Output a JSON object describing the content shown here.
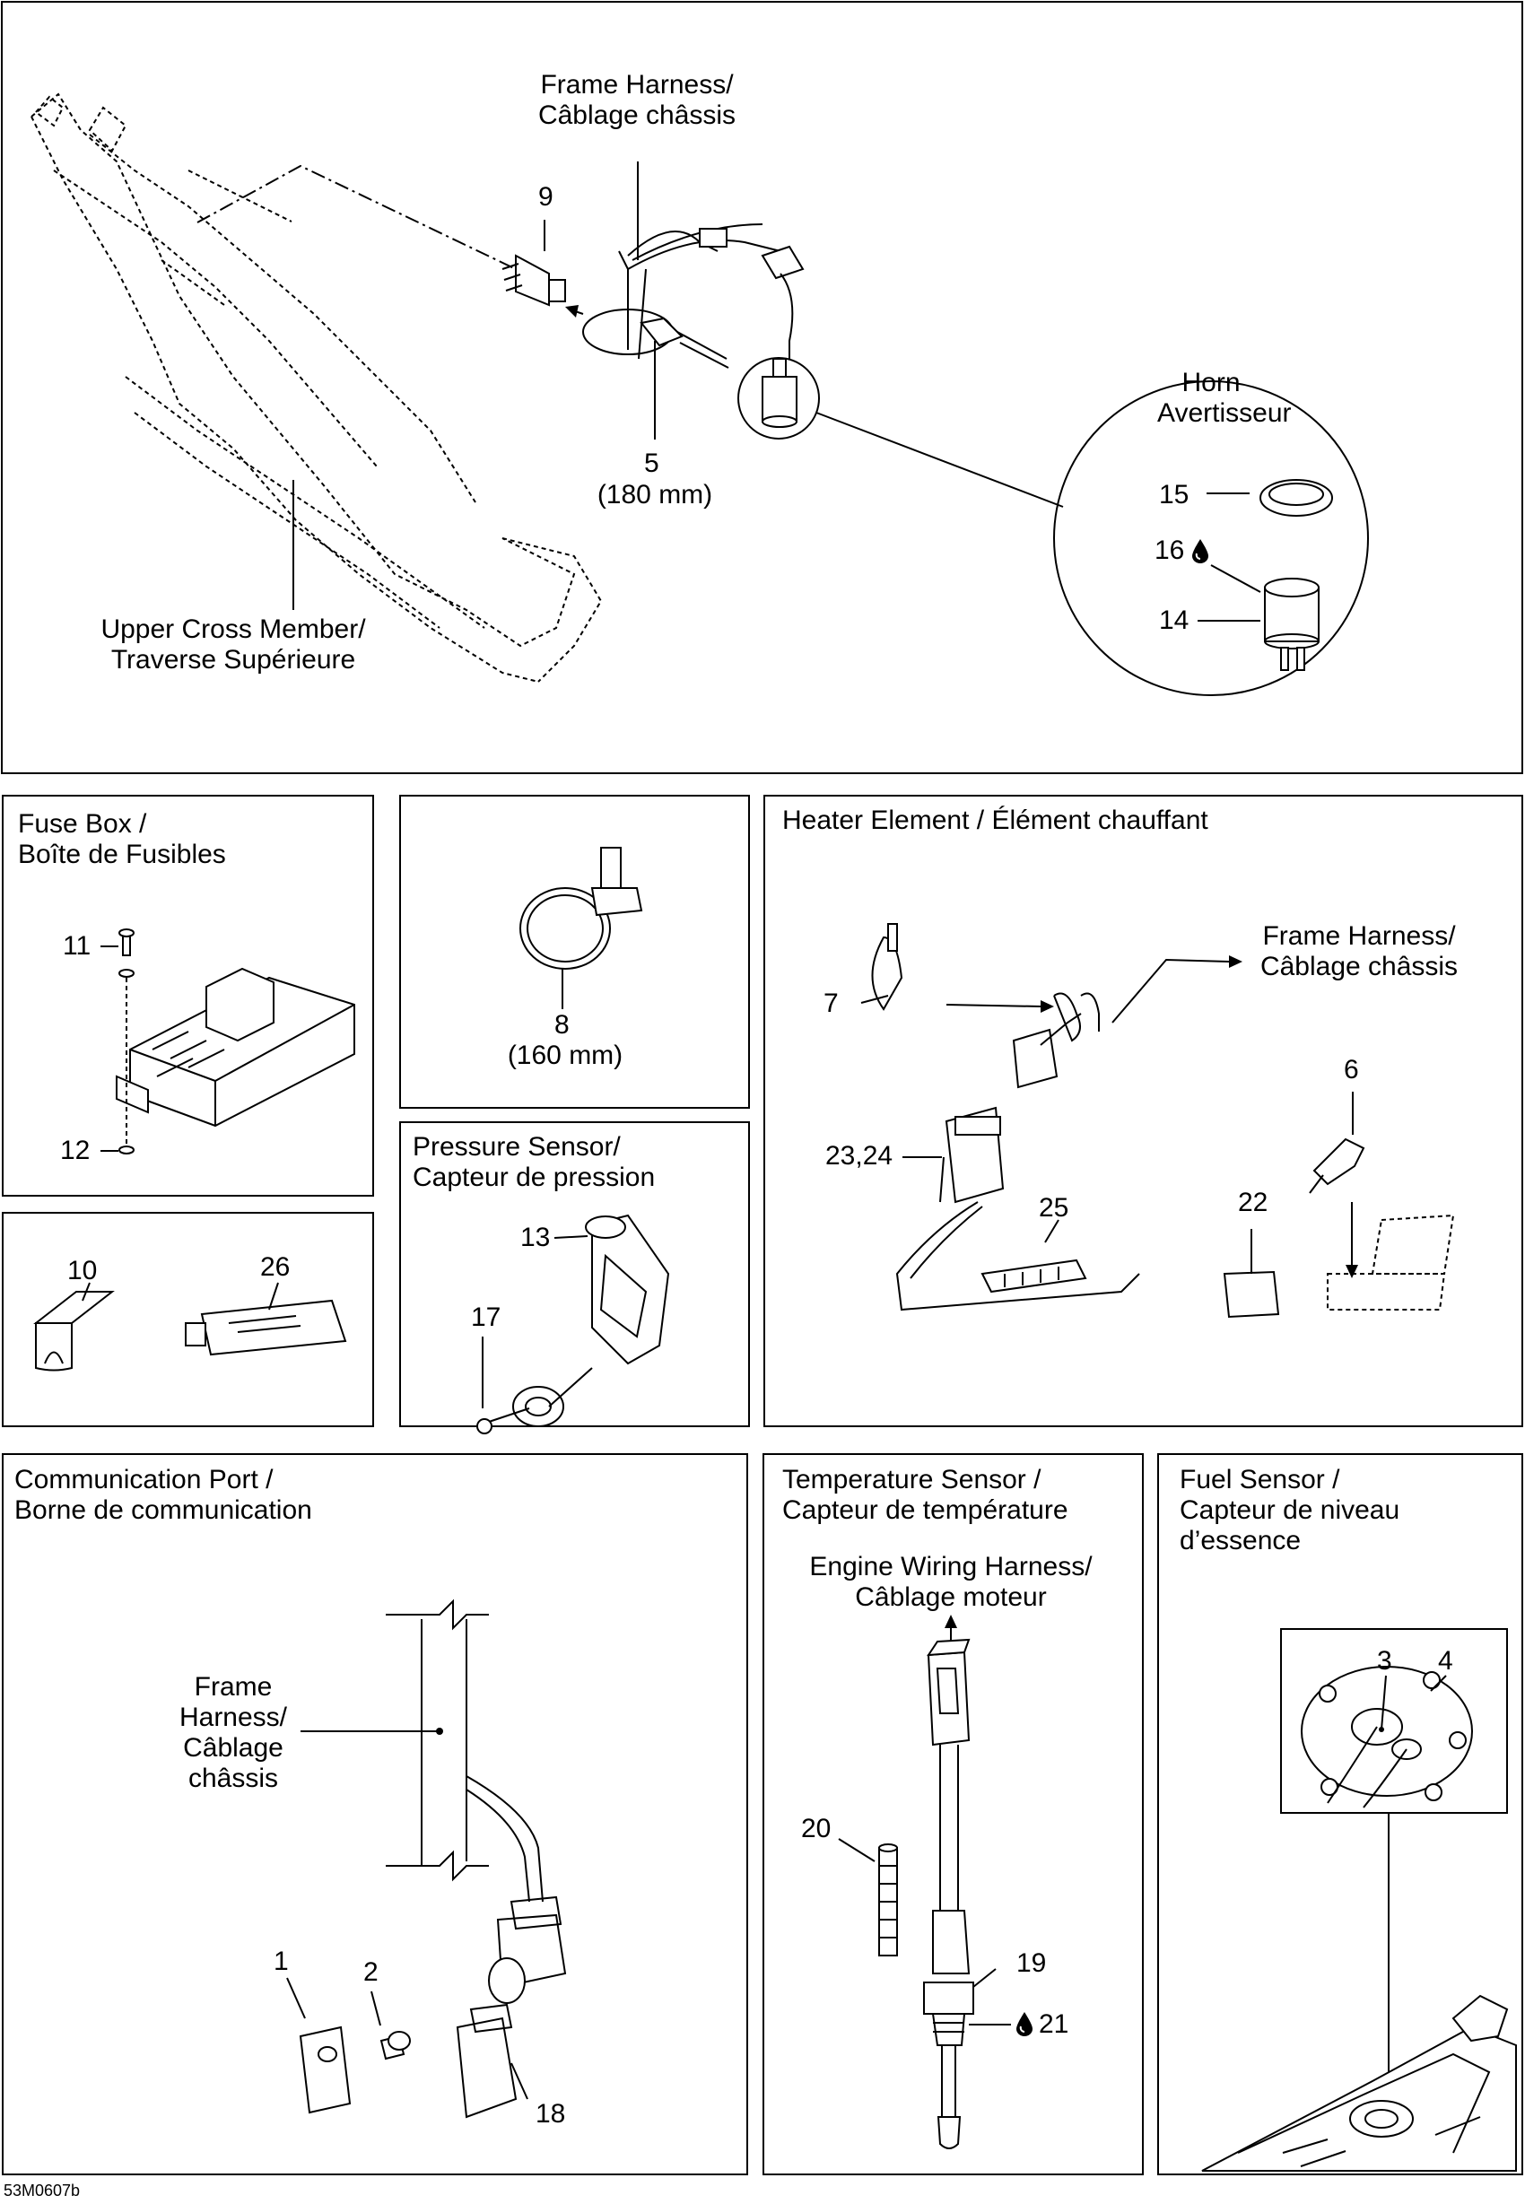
{
  "figure_code": "53M0607b",
  "main": {
    "frame_harness": "Frame Harness/\nCâblage châssis",
    "item_9": "9",
    "item_5": "5",
    "item_5_size": "(180 mm)",
    "upper_cross_member": "Upper Cross Member/\nTraverse Supérieure",
    "horn_title": "Horn\nAvertisseur",
    "item_15": "15",
    "item_16": "16",
    "item_14": "14"
  },
  "fuse_box": {
    "title": "Fuse Box /\nBoîte de Fusibles",
    "item_11": "11",
    "item_12": "12"
  },
  "tie_wrap": {
    "item_8": "8",
    "item_8_size": "(160 mm)"
  },
  "misc": {
    "item_10": "10",
    "item_26": "26"
  },
  "pressure_sensor": {
    "title": "Pressure Sensor/\nCapteur de pression",
    "item_13": "13",
    "item_17": "17"
  },
  "heater": {
    "title": "Heater Element / Élément chauffant",
    "frame_harness": "Frame Harness/\nCâblage châssis",
    "item_7": "7",
    "item_6": "6",
    "item_23_24": "23,24",
    "item_25": "25",
    "item_22": "22"
  },
  "comm_port": {
    "title": "Communication Port /\nBorne de communication",
    "frame_harness": "Frame\nHarness/\nCâblage\nchâssis",
    "item_1": "1",
    "item_2": "2",
    "item_18": "18"
  },
  "temp_sensor": {
    "title": "Temperature Sensor /\nCapteur de température",
    "engine_harness": "Engine Wiring Harness/\nCâblage moteur",
    "item_20": "20",
    "item_19": "19",
    "item_21": "21"
  },
  "fuel_sensor": {
    "title": "Fuel Sensor /\nCapteur de niveau\nd’essence",
    "item_3": "3",
    "item_4": "4"
  },
  "icons": {
    "drop": "oil-drop-icon"
  }
}
